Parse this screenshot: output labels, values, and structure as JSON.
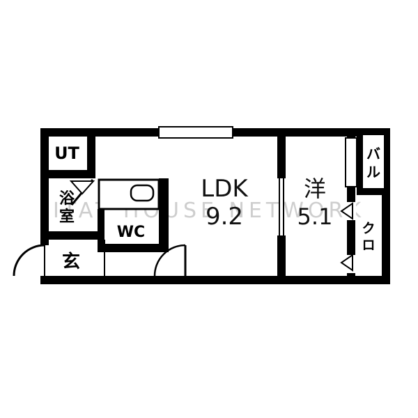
{
  "watermark": "ITAT HOUSE NETWORK",
  "rooms": {
    "ut": {
      "label": "UT"
    },
    "bath": {
      "char1": "浴",
      "char2": "室"
    },
    "entrance": {
      "label": "玄"
    },
    "wc": {
      "label": "WC"
    },
    "ldk": {
      "label": "LDK",
      "area": "9.2"
    },
    "western": {
      "label": "洋",
      "area": "5.1"
    },
    "balcony": {
      "char1": "バ",
      "char2": "ル"
    },
    "closet": {
      "char1": "ク",
      "char2": "ロ"
    }
  },
  "colors": {
    "wall": "#000000",
    "floor": "#ffffff",
    "watermark": "#c6c6c6"
  }
}
